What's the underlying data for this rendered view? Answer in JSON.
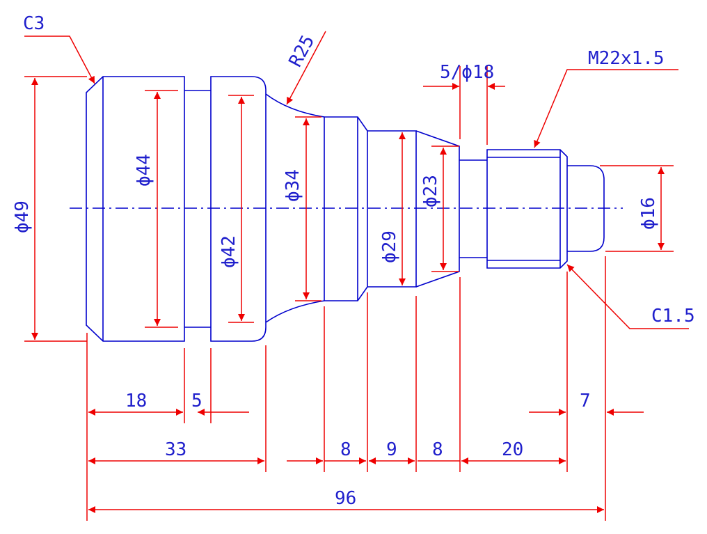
{
  "colors": {
    "outline": "#0000cc",
    "dimension": "#ee0000",
    "label": "#1f1fcc",
    "background": "#ffffff"
  },
  "labels": {
    "chamfer_left": "C3",
    "radius": "R25",
    "groove_dim": "5/ϕ18",
    "thread": "M22x1.5",
    "chamfer_right": "C1.5",
    "dia_49": "ϕ49",
    "dia_44": "ϕ44",
    "dia_42": "ϕ42",
    "dia_34": "ϕ34",
    "dia_29": "ϕ29",
    "dia_23": "ϕ23",
    "dia_16": "ϕ16",
    "len_18": "18",
    "len_5": "5",
    "len_7": "7",
    "len_33": "33",
    "len_8a": "8",
    "len_9": "9",
    "len_8b": "8",
    "len_20": "20",
    "len_96": "96"
  }
}
